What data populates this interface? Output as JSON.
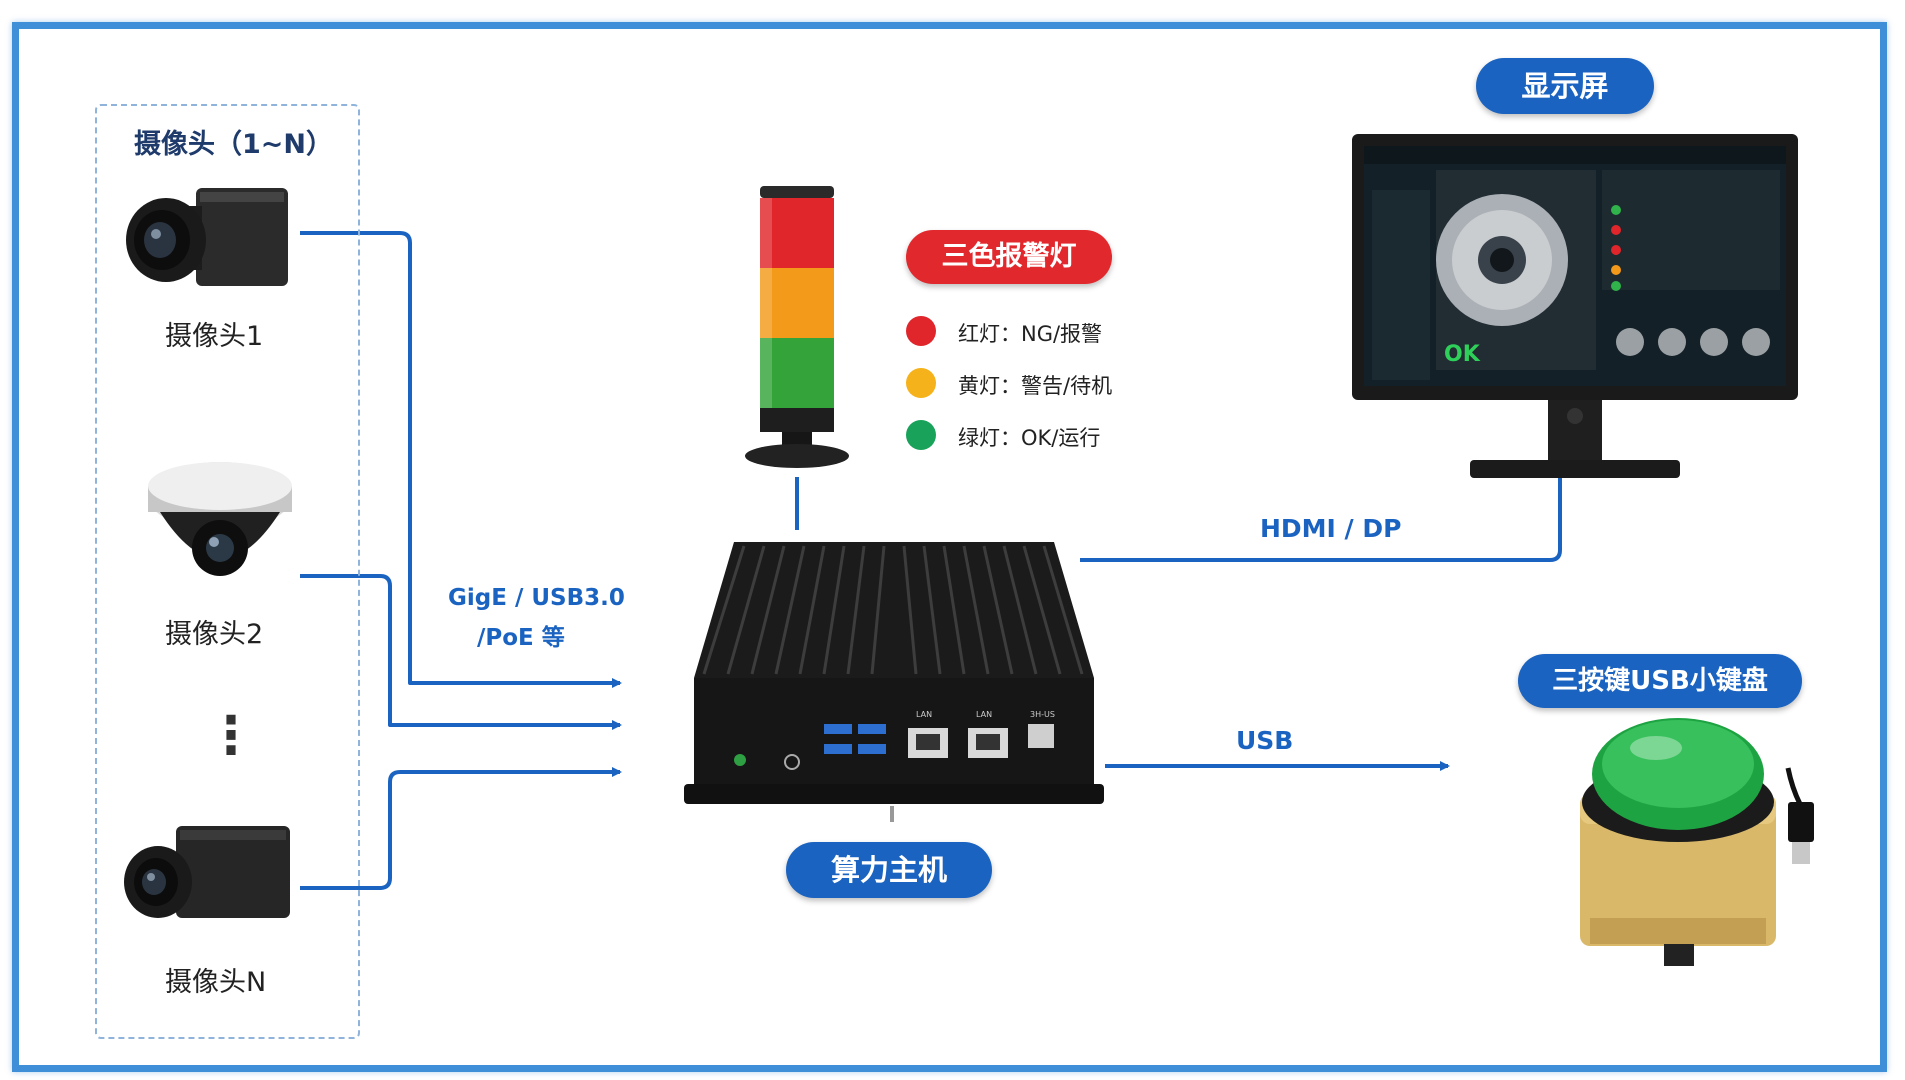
{
  "camera_group": {
    "title": "摄像头（1~N）",
    "cameras": [
      {
        "label": "摄像头1",
        "icon": "industrial-camera-icon"
      },
      {
        "label": "摄像头2",
        "icon": "dome-camera-icon"
      },
      {
        "label": "摄像头N",
        "icon": "industrial-camera-icon"
      }
    ],
    "ellipsis": "⋮"
  },
  "links": {
    "camera_to_host": {
      "line1": "GigE / USB3.0",
      "line2": "/PoE 等"
    },
    "host_to_display": "HDMI / DP",
    "host_to_keypad": "USB"
  },
  "signal_light": {
    "title": "三色报警灯",
    "legend": [
      {
        "color": "#e0262b",
        "text": "红灯：NG/报警"
      },
      {
        "color": "#f6b21a",
        "text": "黄灯：警告/待机"
      },
      {
        "color": "#19a35a",
        "text": "绿灯：OK/运行"
      }
    ]
  },
  "host": {
    "title": "算力主机",
    "port_labels": [
      "LAN",
      "LAN",
      "3H-US"
    ]
  },
  "display": {
    "title": "显示屏",
    "screen_status": "OK"
  },
  "keypad": {
    "title": "三按键USB小键盘"
  },
  "colors": {
    "accent_blue": "#1b63c0",
    "frame_blue": "#3f8fd8",
    "alarm_red": "#e1282d"
  }
}
